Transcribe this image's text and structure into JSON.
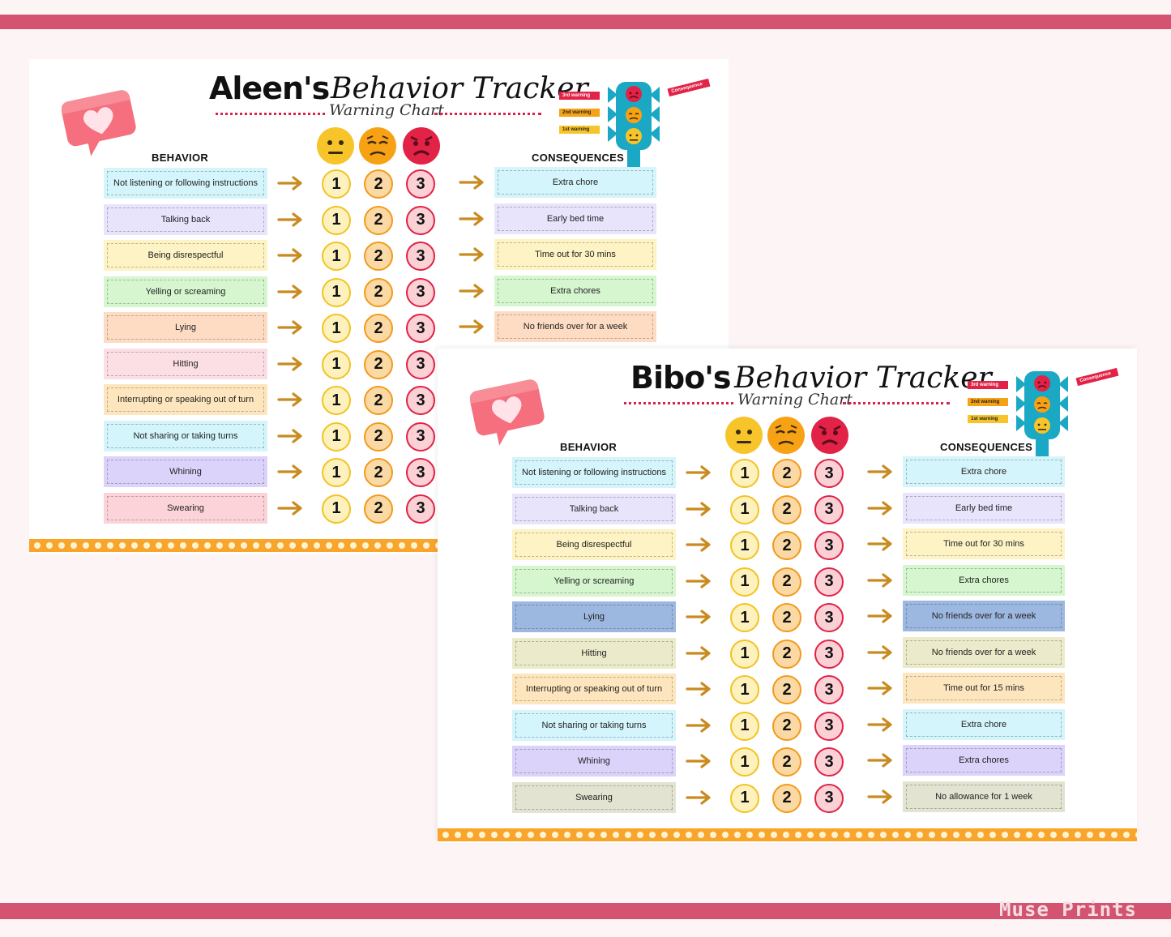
{
  "brand": "Muse Prints",
  "colors": {
    "band": "#d45370",
    "yellow": "#f7c52a",
    "orange": "#f7a215",
    "red": "#e22246",
    "arrow": "#c98b1f",
    "traffic_teal": "#1aa8c4"
  },
  "traffic_light_labels": {
    "third": "3rd warning",
    "second": "2nd warning",
    "first": "1st warning",
    "consequence": "Consequence"
  },
  "sheets": [
    {
      "name": "Aleen's",
      "title": "Behavior Tracker",
      "subtitle": "Warning Chart",
      "behavior_header": "BEHAVIOR",
      "consequences_header": "CONSEQUENCES",
      "behaviors": [
        {
          "label": "Not listening or following instructions",
          "color": "#d4f5fb"
        },
        {
          "label": "Talking back",
          "color": "#e8e4fb"
        },
        {
          "label": "Being disrespectful",
          "color": "#fdf3c4"
        },
        {
          "label": "Yelling or screaming",
          "color": "#d6f6cf"
        },
        {
          "label": "Lying",
          "color": "#fddcc3"
        },
        {
          "label": "Hitting",
          "color": "#fcdfe4"
        },
        {
          "label": "Interrupting or speaking out of turn",
          "color": "#fde6bd"
        },
        {
          "label": "Not sharing or taking turns",
          "color": "#d4f5fb"
        },
        {
          "label": "Whining",
          "color": "#dcd3fb"
        },
        {
          "label": "Swearing",
          "color": "#fbd3d9"
        }
      ],
      "warning_numbers": [
        "1",
        "2",
        "3"
      ],
      "consequences": [
        {
          "label": "Extra chore",
          "color": "#d4f5fb"
        },
        {
          "label": "Early bed time",
          "color": "#e8e4fb"
        },
        {
          "label": "Time out for 30 mins",
          "color": "#fdf3c4"
        },
        {
          "label": "Extra chores",
          "color": "#d6f6cf"
        },
        {
          "label": "No friends over for a week",
          "color": "#fddcc3"
        }
      ]
    },
    {
      "name": "Bibo's",
      "title": "Behavior Tracker",
      "subtitle": "Warning Chart",
      "behavior_header": "BEHAVIOR",
      "consequences_header": "CONSEQUENCES",
      "behaviors": [
        {
          "label": "Not listening or following instructions",
          "color": "#d4f5fb"
        },
        {
          "label": "Talking back",
          "color": "#e8e4fb"
        },
        {
          "label": "Being disrespectful",
          "color": "#fdf3c4"
        },
        {
          "label": "Yelling or screaming",
          "color": "#d6f6cf"
        },
        {
          "label": "Lying",
          "color": "#9db8e0"
        },
        {
          "label": "Hitting",
          "color": "#ebebcb"
        },
        {
          "label": "Interrupting or speaking out of turn",
          "color": "#fde6bd"
        },
        {
          "label": "Not sharing or taking turns",
          "color": "#d4f5fb"
        },
        {
          "label": "Whining",
          "color": "#dcd3fb"
        },
        {
          "label": "Swearing",
          "color": "#e3e3d2"
        }
      ],
      "warning_numbers": [
        "1",
        "2",
        "3"
      ],
      "consequences": [
        {
          "label": "Extra chore",
          "color": "#d4f5fb"
        },
        {
          "label": "Early bed time",
          "color": "#e8e4fb"
        },
        {
          "label": "Time out for 30 mins",
          "color": "#fdf3c4"
        },
        {
          "label": "Extra chores",
          "color": "#d6f6cf"
        },
        {
          "label": "No friends over for a week",
          "color": "#9db8e0"
        },
        {
          "label": "No friends over for a week",
          "color": "#ebebcb"
        },
        {
          "label": "Time out for 15 mins",
          "color": "#fde6bd"
        },
        {
          "label": "Extra chore",
          "color": "#d4f5fb"
        },
        {
          "label": "Extra chores",
          "color": "#dcd3fb"
        },
        {
          "label": "No allowance for 1 week",
          "color": "#e3e3d2"
        }
      ]
    }
  ]
}
